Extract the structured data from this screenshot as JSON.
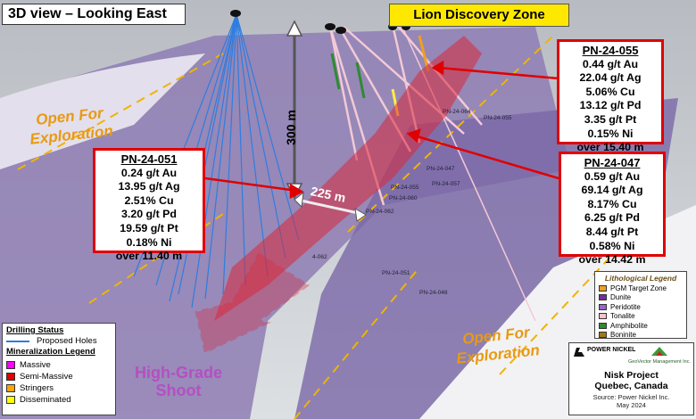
{
  "view_title": "3D view – Looking East",
  "zone_label": "Lion Discovery Zone",
  "scale": {
    "vertical": "300 m",
    "horizontal": "225 m"
  },
  "exploration_labels": [
    "Open For Exploration",
    "Open For Exploration"
  ],
  "high_grade_shoot": "High-Grade Shoot",
  "intercepts": [
    {
      "hole": "PN-24-055",
      "lines": [
        "0.44 g/t Au",
        "22.04 g/t Ag",
        "5.06% Cu",
        "13.12 g/t Pd",
        "3.35 g/t Pt",
        "0.15% Ni",
        "over 15.40 m"
      ]
    },
    {
      "hole": "PN-24-051",
      "lines": [
        "0.24 g/t Au",
        "13.95 g/t Ag",
        "2.51% Cu",
        "3.20 g/t Pd",
        "19.59 g/t Pt",
        "0.18% Ni",
        "over 11.40 m"
      ]
    },
    {
      "hole": "PN-24-047",
      "lines": [
        "0.59 g/t Au",
        "69.14 g/t Ag",
        "8.17% Cu",
        "6.25 g/t Pd",
        "8.44 g/t Pt",
        "0.58% Ni",
        "over 14.42 m"
      ]
    }
  ],
  "hole_labels": [
    "PN-24-064",
    "PN-24-055",
    "PN-24-047",
    "PN-24-057",
    "PN-24-055",
    "PN-24-060",
    "PN-24-062",
    "PN-24-051",
    "PN-24-048",
    "4-062"
  ],
  "drilling_legend": {
    "title": "Drilling Status",
    "proposed": "Proposed Holes",
    "mineralization_title": "Mineralization Legend",
    "items": [
      {
        "label": "Massive",
        "color": "#ff00ff"
      },
      {
        "label": "Semi-Massive",
        "color": "#e00000"
      },
      {
        "label": "Stringers",
        "color": "#ffa500"
      },
      {
        "label": "Disseminated",
        "color": "#ffff00"
      }
    ]
  },
  "lithological_legend": {
    "title": "Lithological Legend",
    "items": [
      {
        "label": "PGM Target Zone",
        "color": "#f0a020"
      },
      {
        "label": "Dunite",
        "color": "#7030a0"
      },
      {
        "label": "Peridotite",
        "color": "#9966cc"
      },
      {
        "label": "Tonalite",
        "color": "#ffc0cb"
      },
      {
        "label": "Amphibolite",
        "color": "#2e8b2e"
      },
      {
        "label": "Boninite",
        "color": "#a07a10"
      }
    ]
  },
  "info": {
    "company": "POWER NICKEL",
    "partner": "GeoVector Management Inc.",
    "project": "Nisk Project",
    "location": "Quebec, Canada",
    "source": "Source: Power Nickel Inc.",
    "date": "May 2024"
  }
}
